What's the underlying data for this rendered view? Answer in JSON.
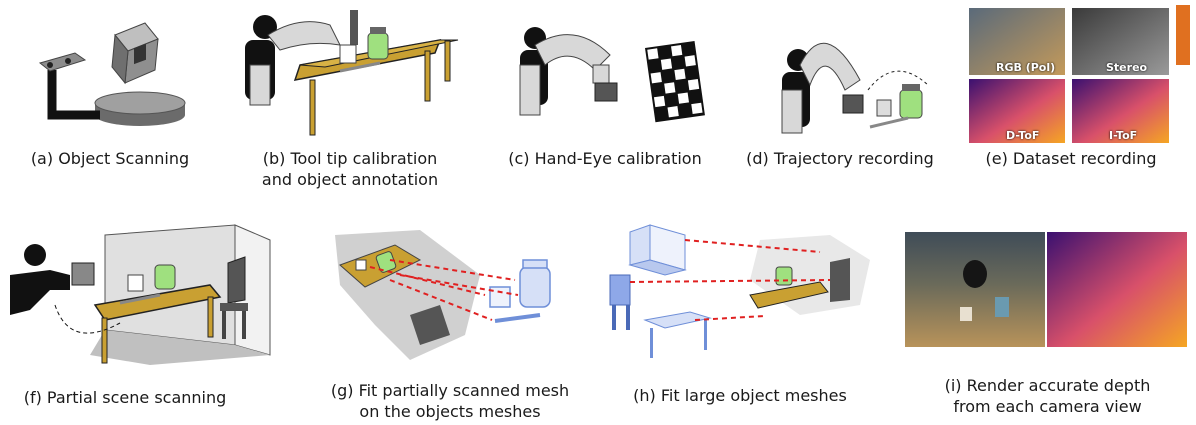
{
  "panels": {
    "a": {
      "caption": "(a) Object Scanning"
    },
    "b": {
      "caption_line1": "(b) Tool tip calibration",
      "caption_line2": "and object annotation"
    },
    "c": {
      "caption": "(c) Hand-Eye calibration"
    },
    "d": {
      "caption": "(d) Trajectory recording"
    },
    "e": {
      "caption": "(e) Dataset recording",
      "labels": {
        "rgb": "RGB (Pol)",
        "stereo": "Stereo",
        "dtof": "D-ToF",
        "itof": "I-ToF"
      }
    },
    "f": {
      "caption": "(f) Partial scene scanning"
    },
    "g": {
      "caption_line1": "(g) Fit partially scanned mesh",
      "caption_line2": "on the objects meshes"
    },
    "h": {
      "caption": "(h) Fit large object meshes"
    },
    "i": {
      "caption_line1": "(i) Render accurate depth",
      "caption_line2": "from each camera view"
    }
  },
  "colors": {
    "table": "#c9a032",
    "robot": "#d8d8d8",
    "jar": "#9fe07f",
    "mesh": "#6f8fd8",
    "arrow": "#e02020",
    "depth_dark": "#3a1070",
    "depth_light": "#f5a623"
  }
}
